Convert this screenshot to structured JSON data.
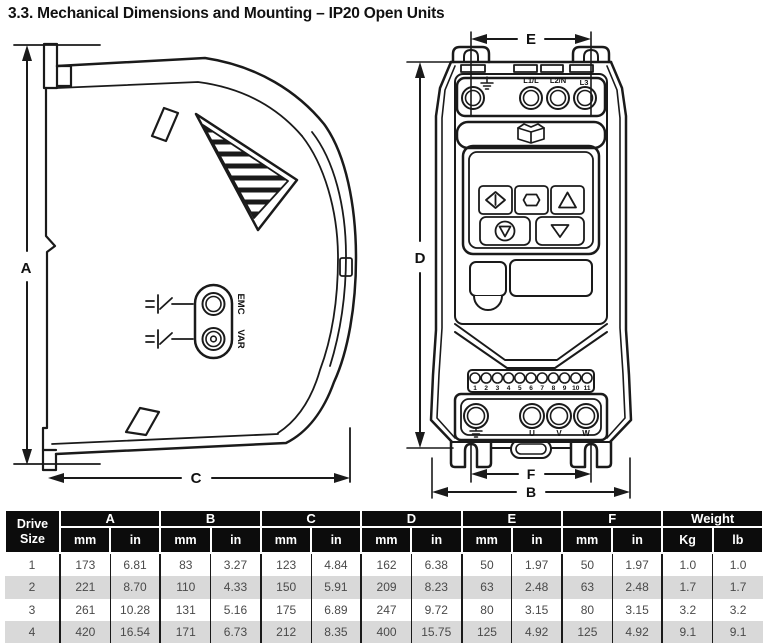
{
  "title": "3.3. Mechanical Dimensions and Mounting – IP20 Open Units",
  "side_view": {
    "dim_a_label": "A",
    "dim_c_label": "C",
    "emc_label": "EMC",
    "var_label": "VAR"
  },
  "front_view": {
    "dim_d_label": "D",
    "dim_e_label": "E",
    "dim_f_label": "F",
    "dim_b_label": "B",
    "input_terminal_labels": [
      "L1/L",
      "L2/N",
      "L3"
    ],
    "output_terminal_labels": [
      "U",
      "V",
      "W"
    ],
    "control_terminal_numbers": [
      "1",
      "2",
      "3",
      "4",
      "5",
      "6",
      "7",
      "8",
      "9",
      "10",
      "11"
    ]
  },
  "table": {
    "drive_size_header": "Drive Size",
    "dimension_groups": [
      "A",
      "B",
      "C",
      "D",
      "E",
      "F"
    ],
    "weight_group": "Weight",
    "unit_mm": "mm",
    "unit_in": "in",
    "unit_kg": "Kg",
    "unit_lb": "lb",
    "rows": [
      [
        "1",
        "173",
        "6.81",
        "83",
        "3.27",
        "123",
        "4.84",
        "162",
        "6.38",
        "50",
        "1.97",
        "50",
        "1.97",
        "1.0",
        "1.0"
      ],
      [
        "2",
        "221",
        "8.70",
        "110",
        "4.33",
        "150",
        "5.91",
        "209",
        "8.23",
        "63",
        "2.48",
        "63",
        "2.48",
        "1.7",
        "1.7"
      ],
      [
        "3",
        "261",
        "10.28",
        "131",
        "5.16",
        "175",
        "6.89",
        "247",
        "9.72",
        "80",
        "3.15",
        "80",
        "3.15",
        "3.2",
        "3.2"
      ],
      [
        "4",
        "420",
        "16.54",
        "171",
        "6.73",
        "212",
        "8.35",
        "400",
        "15.75",
        "125",
        "4.92",
        "125",
        "4.92",
        "9.1",
        "9.1"
      ]
    ]
  },
  "colors": {
    "line": "#1a1a1a",
    "header_bg": "#0c0c0c",
    "header_text": "#ffffff",
    "row_alt_bg": "#d9d9d9",
    "body_text": "#4a4a4a"
  }
}
